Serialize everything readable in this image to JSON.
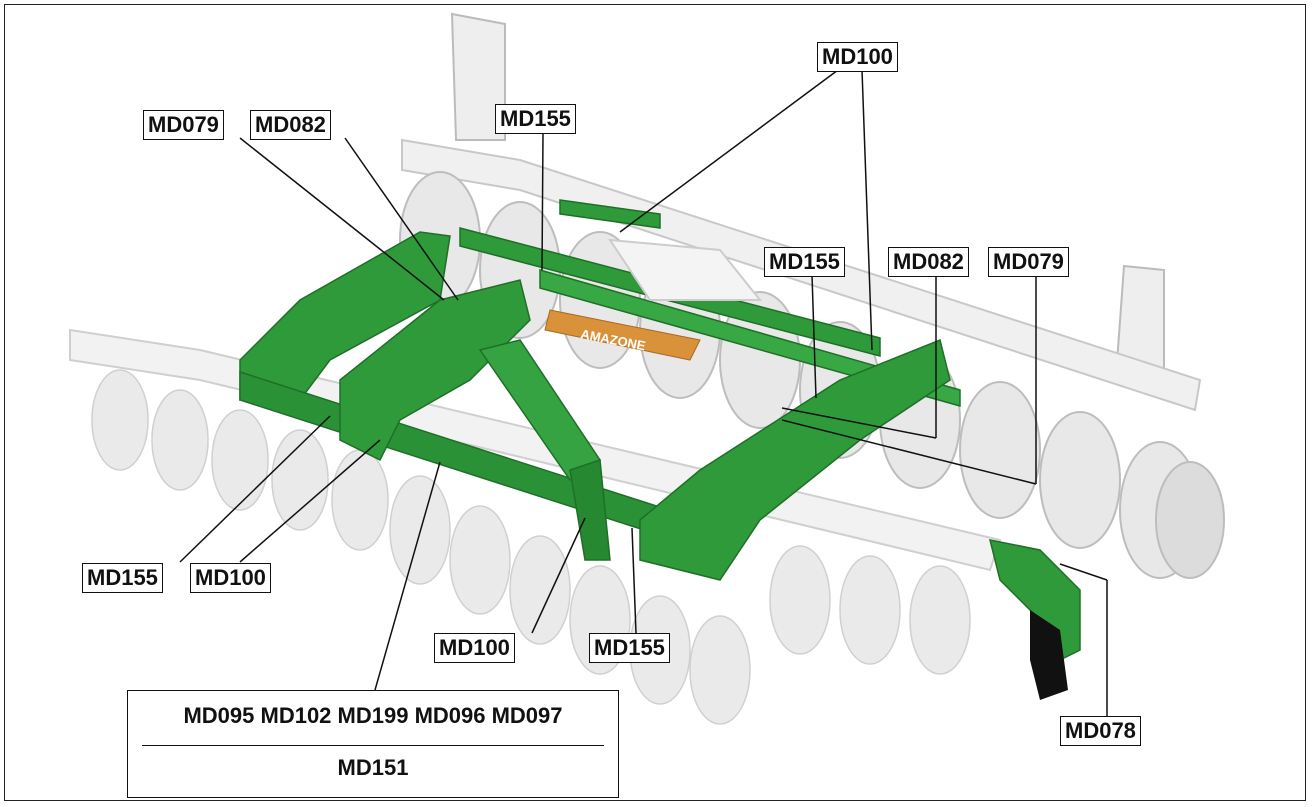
{
  "figure": {
    "brand_text": "AMAZONE",
    "colors": {
      "frame_green": "#2e9a3a",
      "frame_dark_green": "#1f7a2b",
      "roller_grey": "#dcdcdc",
      "disc_grey": "#e6e6e6",
      "brand_orange": "#d9923a",
      "line": "#111111"
    }
  },
  "callouts": {
    "top_md100": "MD100",
    "left_md079": "MD079",
    "left_md082": "MD082",
    "center_md155": "MD155",
    "right_md155": "MD155",
    "right_md082": "MD082",
    "right_md079": "MD079",
    "bottom_left_md155": "MD155",
    "bottom_left_md100": "MD100",
    "bottom_center_md100": "MD100",
    "bottom_center_md155": "MD155",
    "bottom_right_md078": "MD078"
  },
  "composite": {
    "row1": "MD095 MD102 MD199 MD096 MD097",
    "row2": "MD151"
  }
}
